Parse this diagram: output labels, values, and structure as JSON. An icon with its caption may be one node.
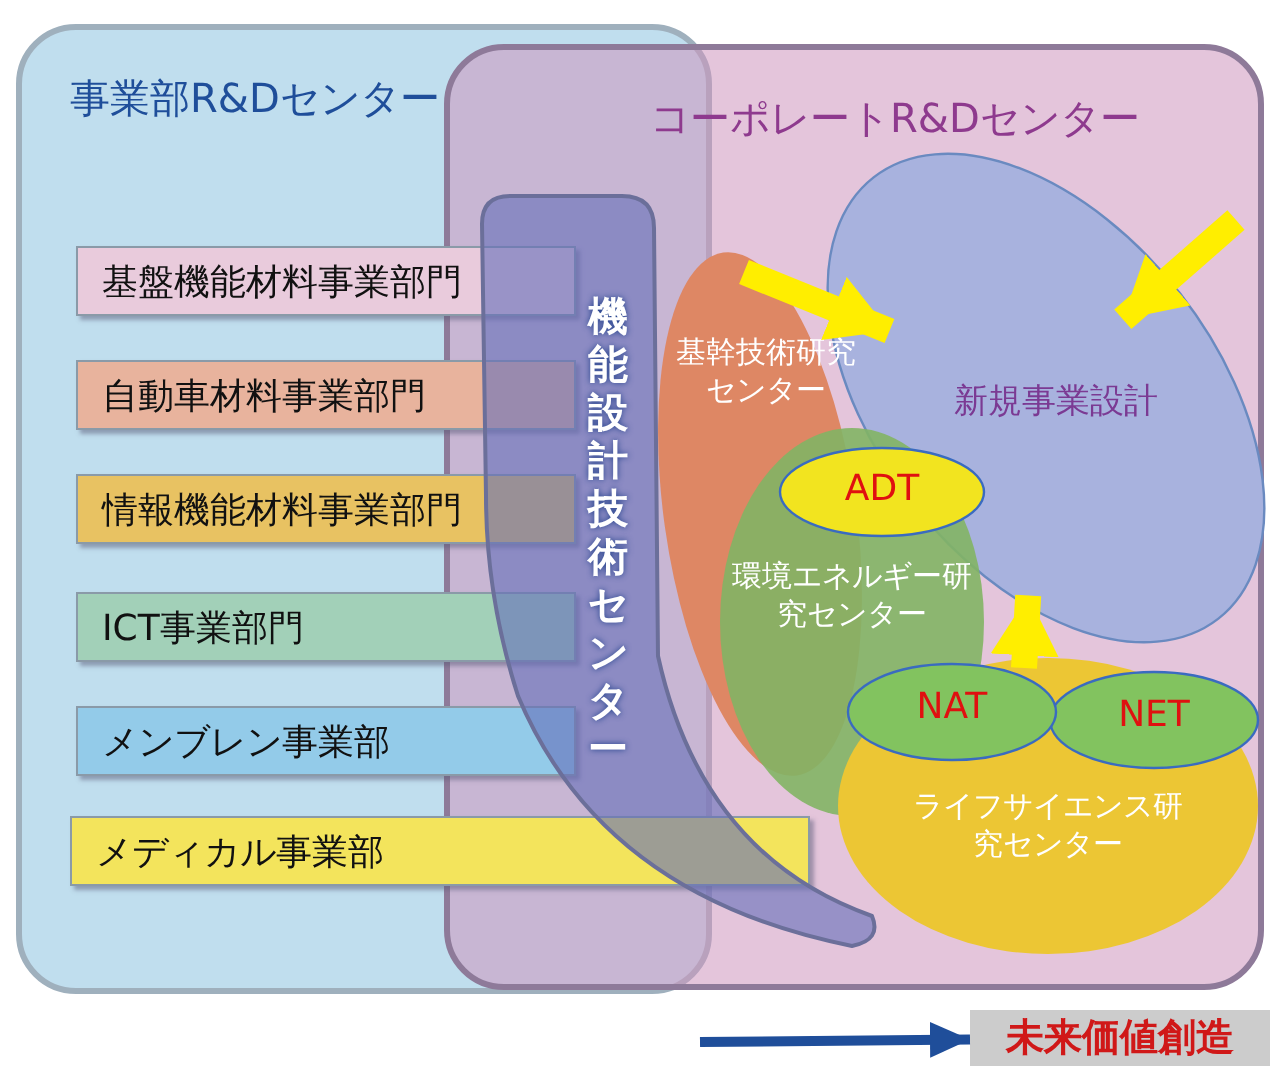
{
  "diagram": {
    "nodes": [
      {
        "text": [
          "事業部R&Dセンター"
        ]
      },
      {
        "text": [
          "コーポレートR&Dセンター"
        ]
      },
      {
        "text": [
          "基盤機能材料事業部門"
        ],
        "in": 0
      },
      {
        "text": [
          "自動車材料事業部門"
        ],
        "in": 0
      },
      {
        "text": [
          "情報機能材料事業部門"
        ],
        "in": 0
      },
      {
        "text": [
          "ICT事業部門"
        ],
        "in": 0
      },
      {
        "text": [
          "メンブレン事業部"
        ],
        "in": 0
      },
      {
        "text": [
          "メディカル事業部"
        ]
      },
      {
        "text": [
          "機能設計技術センター"
        ],
        "in": 1
      },
      {
        "text": [
          "基幹技術研究センター"
        ],
        "in": 1
      },
      {
        "text": [
          "新規事業設計"
        ],
        "in": 1
      },
      {
        "text": [
          "ADT"
        ],
        "in": 12
      },
      {
        "text": [
          "環境エネルギー研究センター"
        ],
        "in": 1
      },
      {
        "text": [
          "NAT"
        ],
        "in": 15
      },
      {
        "text": [
          "NET"
        ],
        "in": 15
      },
      {
        "text": [
          "ライフサイエンス研究センター"
        ],
        "in": 1
      },
      {
        "text": [
          "未来価値創造"
        ]
      }
    ],
    "edges": [
      {
        "from": 9,
        "to": 10,
        "arrow": "to",
        "color": "#ffee00"
      },
      {
        "from": null,
        "to": 10,
        "arrow": "to",
        "color": "#ffee00"
      },
      {
        "from": 15,
        "to": 10,
        "arrow": "to",
        "color": "#ffee00"
      },
      {
        "from": null,
        "to": 16,
        "arrow": "to",
        "color": "#1f4e9a"
      }
    ]
  }
}
